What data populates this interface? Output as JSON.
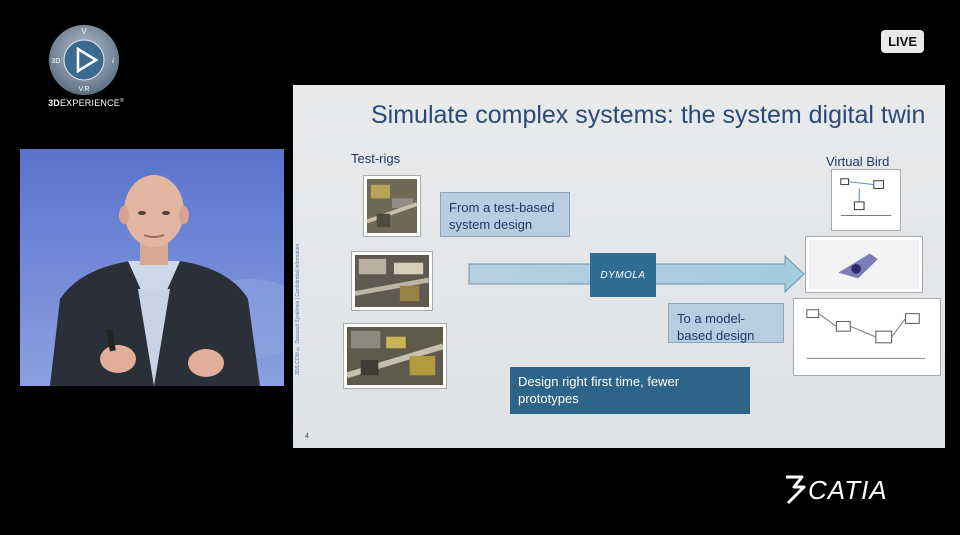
{
  "branding": {
    "compass_top": "V",
    "compass_left": "3D",
    "compass_right": "i",
    "compass_bottom": "V.R",
    "product_prefix": "3D",
    "product_name": "EXPERIENCE",
    "product_mark": "®",
    "catia": "CATIA"
  },
  "stream": {
    "live_label": "LIVE"
  },
  "slide": {
    "title": "Simulate complex systems: the system digital twin",
    "test_rigs_label": "Test-rigs",
    "virtual_bird_label": "Virtual Bird",
    "box_test_based": "From a test-based system design",
    "box_model_based": "To a model-based design",
    "box_design_right": "Design right first time, fewer prototypes",
    "dymola_label": "DYMOLA",
    "page_number": "4"
  },
  "colors": {
    "slide_title": "#2a4a78",
    "box_light": "#b9cde0",
    "box_dark": "#2d6487",
    "arrow": "#a9c9d9",
    "dymola_bg": "#2f6d95",
    "live_bg": "#e8e8e8"
  }
}
